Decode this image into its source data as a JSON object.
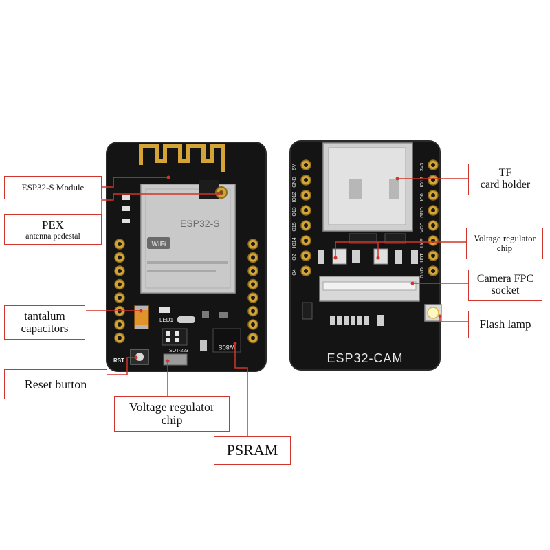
{
  "colors": {
    "board": "#141414",
    "board_edge": "#2a2a2a",
    "gold": "#d4a437",
    "callout_border": "#d0342c",
    "leader": "#d0342c",
    "silkscreen": "#e8e8e8",
    "module_shield": "#c9c9c9"
  },
  "callouts": {
    "esp32s_module": "ESP32-S Module",
    "pex": {
      "line1": "PEX",
      "line2": "antenna pedestal"
    },
    "tantalum": {
      "line1": "tantalum",
      "line2": "capacitors"
    },
    "reset": "Reset button",
    "vreg_front": {
      "line1": "Voltage regulator",
      "line2": "chip"
    },
    "psram": "PSRAM",
    "tf": {
      "line1": "TF",
      "line2": "card holder"
    },
    "vreg_back": {
      "line1": "Voltage regulator",
      "line2": "chip"
    },
    "camera_fpc": {
      "line1": "Camera FPC",
      "line2": "socket"
    },
    "flash": "Flash lamp"
  },
  "board_front": {
    "module_name": "ESP32-S",
    "wifi_logo": "WiFi",
    "rst_label": "RST",
    "led_label": "LED1",
    "chip_label": "SOT-223",
    "psram_mark": "W80S"
  },
  "board_back": {
    "product_name": "ESP32-CAM",
    "left_pins": [
      "5V",
      "GND",
      "IO12",
      "IO13",
      "IO15",
      "IO14",
      "IO2",
      "IO4"
    ],
    "right_pins": [
      "3V3",
      "IO16",
      "IO0",
      "GND",
      "VCC",
      "U0R",
      "U0T",
      "GND"
    ]
  }
}
